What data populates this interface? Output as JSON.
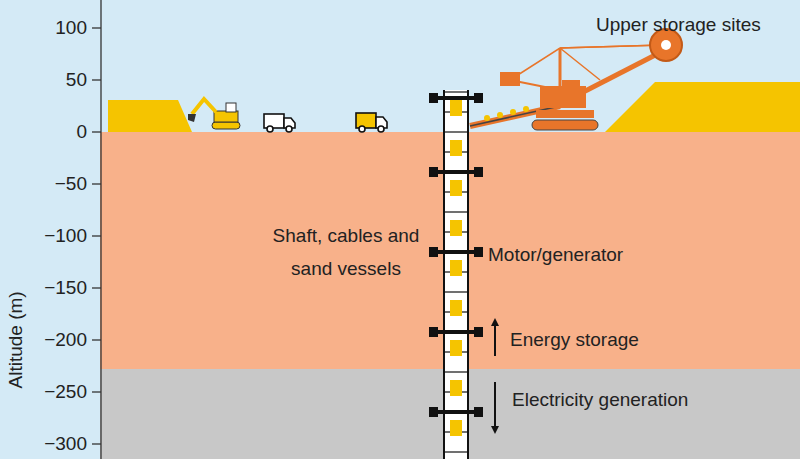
{
  "diagram": {
    "labels": [
      "Upper storage sites",
      "100",
      "50",
      "0",
      "−50",
      "−100",
      "−150",
      "−200",
      "−250",
      "−300",
      "Altitude (m)",
      "Shaft, cables and sand vessels",
      "Motor/generator",
      "Energy storage",
      "Electricity generation"
    ]
  }
}
